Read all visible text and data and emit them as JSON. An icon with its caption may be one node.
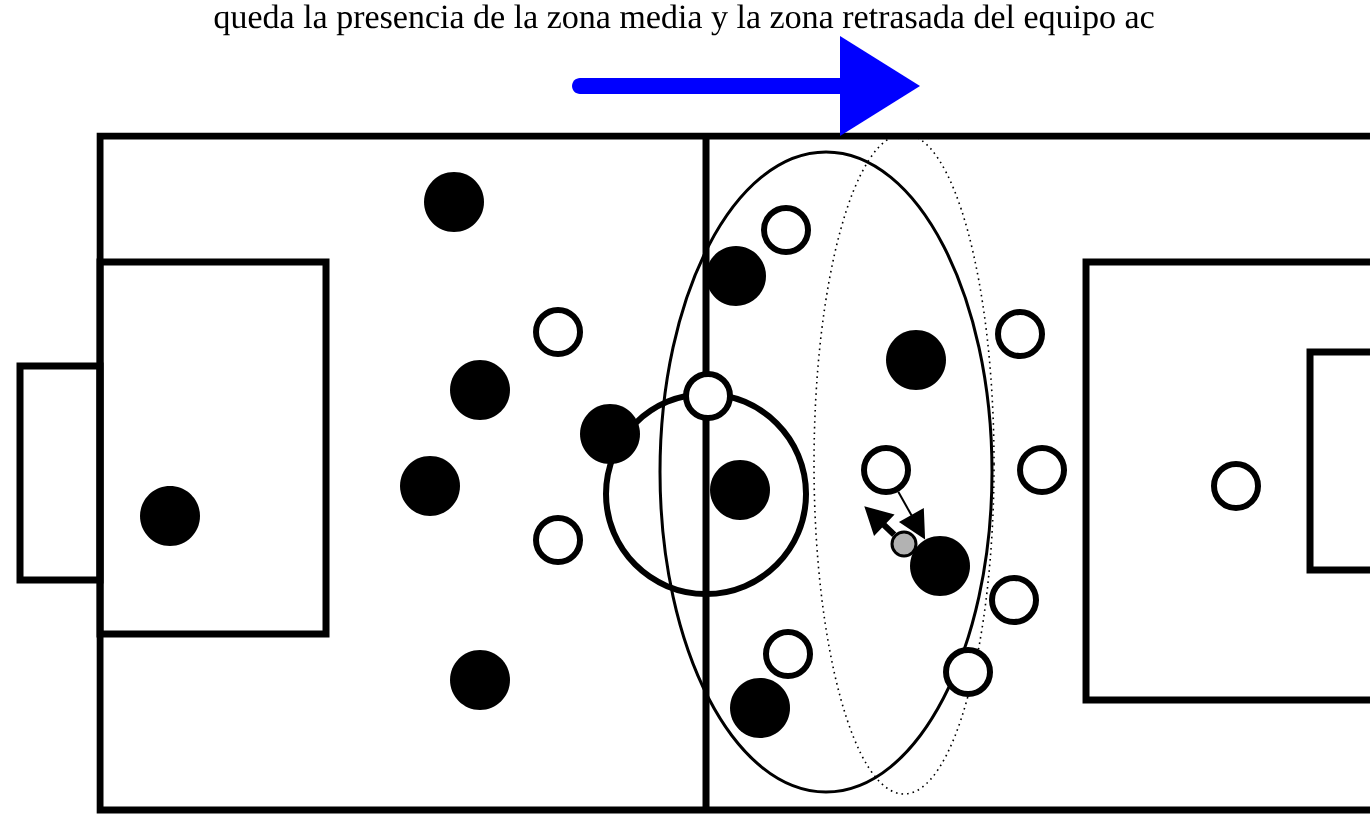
{
  "diagram": {
    "title": "queda la presencia de la zona media y la zona retrasada del equipo ac",
    "nodes": [
      {
        "text": [],
        "shape": "circle"
      },
      {
        "text": [],
        "shape": "circle"
      },
      {
        "text": [],
        "shape": "circle"
      },
      {
        "text": [],
        "shape": "circle"
      },
      {
        "text": [],
        "shape": "circle"
      },
      {
        "text": [],
        "shape": "circle"
      },
      {
        "text": [],
        "shape": "circle"
      },
      {
        "text": [],
        "shape": "circle"
      },
      {
        "text": [],
        "shape": "circle"
      },
      {
        "text": [],
        "shape": "circle"
      },
      {
        "text": [],
        "shape": "circle"
      },
      {
        "text": [],
        "shape": "circle"
      },
      {
        "text": [],
        "shape": "circle"
      },
      {
        "text": [],
        "shape": "circle"
      },
      {
        "text": [],
        "shape": "circle"
      },
      {
        "text": [],
        "shape": "circle"
      },
      {
        "text": [],
        "shape": "circle"
      },
      {
        "text": [],
        "shape": "circle"
      },
      {
        "text": [],
        "shape": "circle"
      },
      {
        "text": [],
        "shape": "circle"
      },
      {
        "text": [],
        "shape": "circle"
      },
      {
        "text": [],
        "shape": "circle"
      },
      {
        "text": [],
        "shape": "circle"
      }
    ],
    "edges": [
      {
        "from": 14,
        "to": 17,
        "arrow": "to"
      },
      {
        "from": 15,
        "to": null,
        "arrow": "to",
        "style": "thick"
      }
    ]
  }
}
